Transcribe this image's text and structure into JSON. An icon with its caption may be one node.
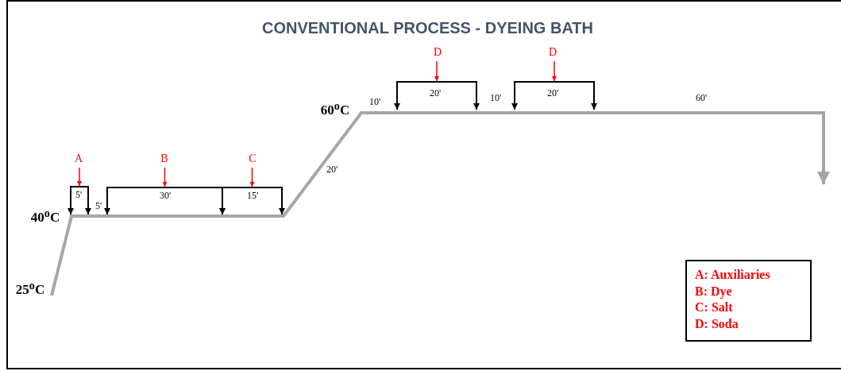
{
  "diagram": {
    "title": "CONVENTIONAL PROCESS - DYEING BATH",
    "nodes": [
      {
        "text": [
          "D"
        ]
      },
      {
        "text": [
          "D"
        ]
      },
      {
        "text": [],
        "shape": "bracket"
      },
      {
        "text": [],
        "shape": "bracket"
      },
      {
        "text": [
          "A"
        ]
      },
      {
        "text": [
          "B"
        ]
      },
      {
        "text": [
          "C"
        ]
      },
      {
        "text": [],
        "shape": "bracket"
      },
      {
        "text": [],
        "shape": "bracket"
      },
      {
        "text": [],
        "shape": "bracket"
      }
    ],
    "edges": [
      {
        "from": 0,
        "to": 2,
        "arrow": "to"
      },
      {
        "from": 1,
        "to": 3,
        "arrow": "to"
      },
      {
        "from": 4,
        "to": 7,
        "arrow": "to"
      },
      {
        "from": 5,
        "to": 8,
        "arrow": "to"
      },
      {
        "from": 6,
        "to": 9,
        "arrow": "to"
      }
    ],
    "labels": [
      "20'",
      "20'",
      "10'",
      "10'",
      "60'",
      "60$^{o}$C",
      "20'",
      "5'",
      "30'",
      "15'",
      "5'",
      "40$^{o}$C",
      "25$^{o}$C"
    ],
    "legend": [
      {
        "text": "A: Auxiliaries"
      },
      {
        "text": "B: Dye"
      },
      {
        "text": "C: Salt"
      },
      {
        "text": "D: Soda"
      }
    ]
  }
}
